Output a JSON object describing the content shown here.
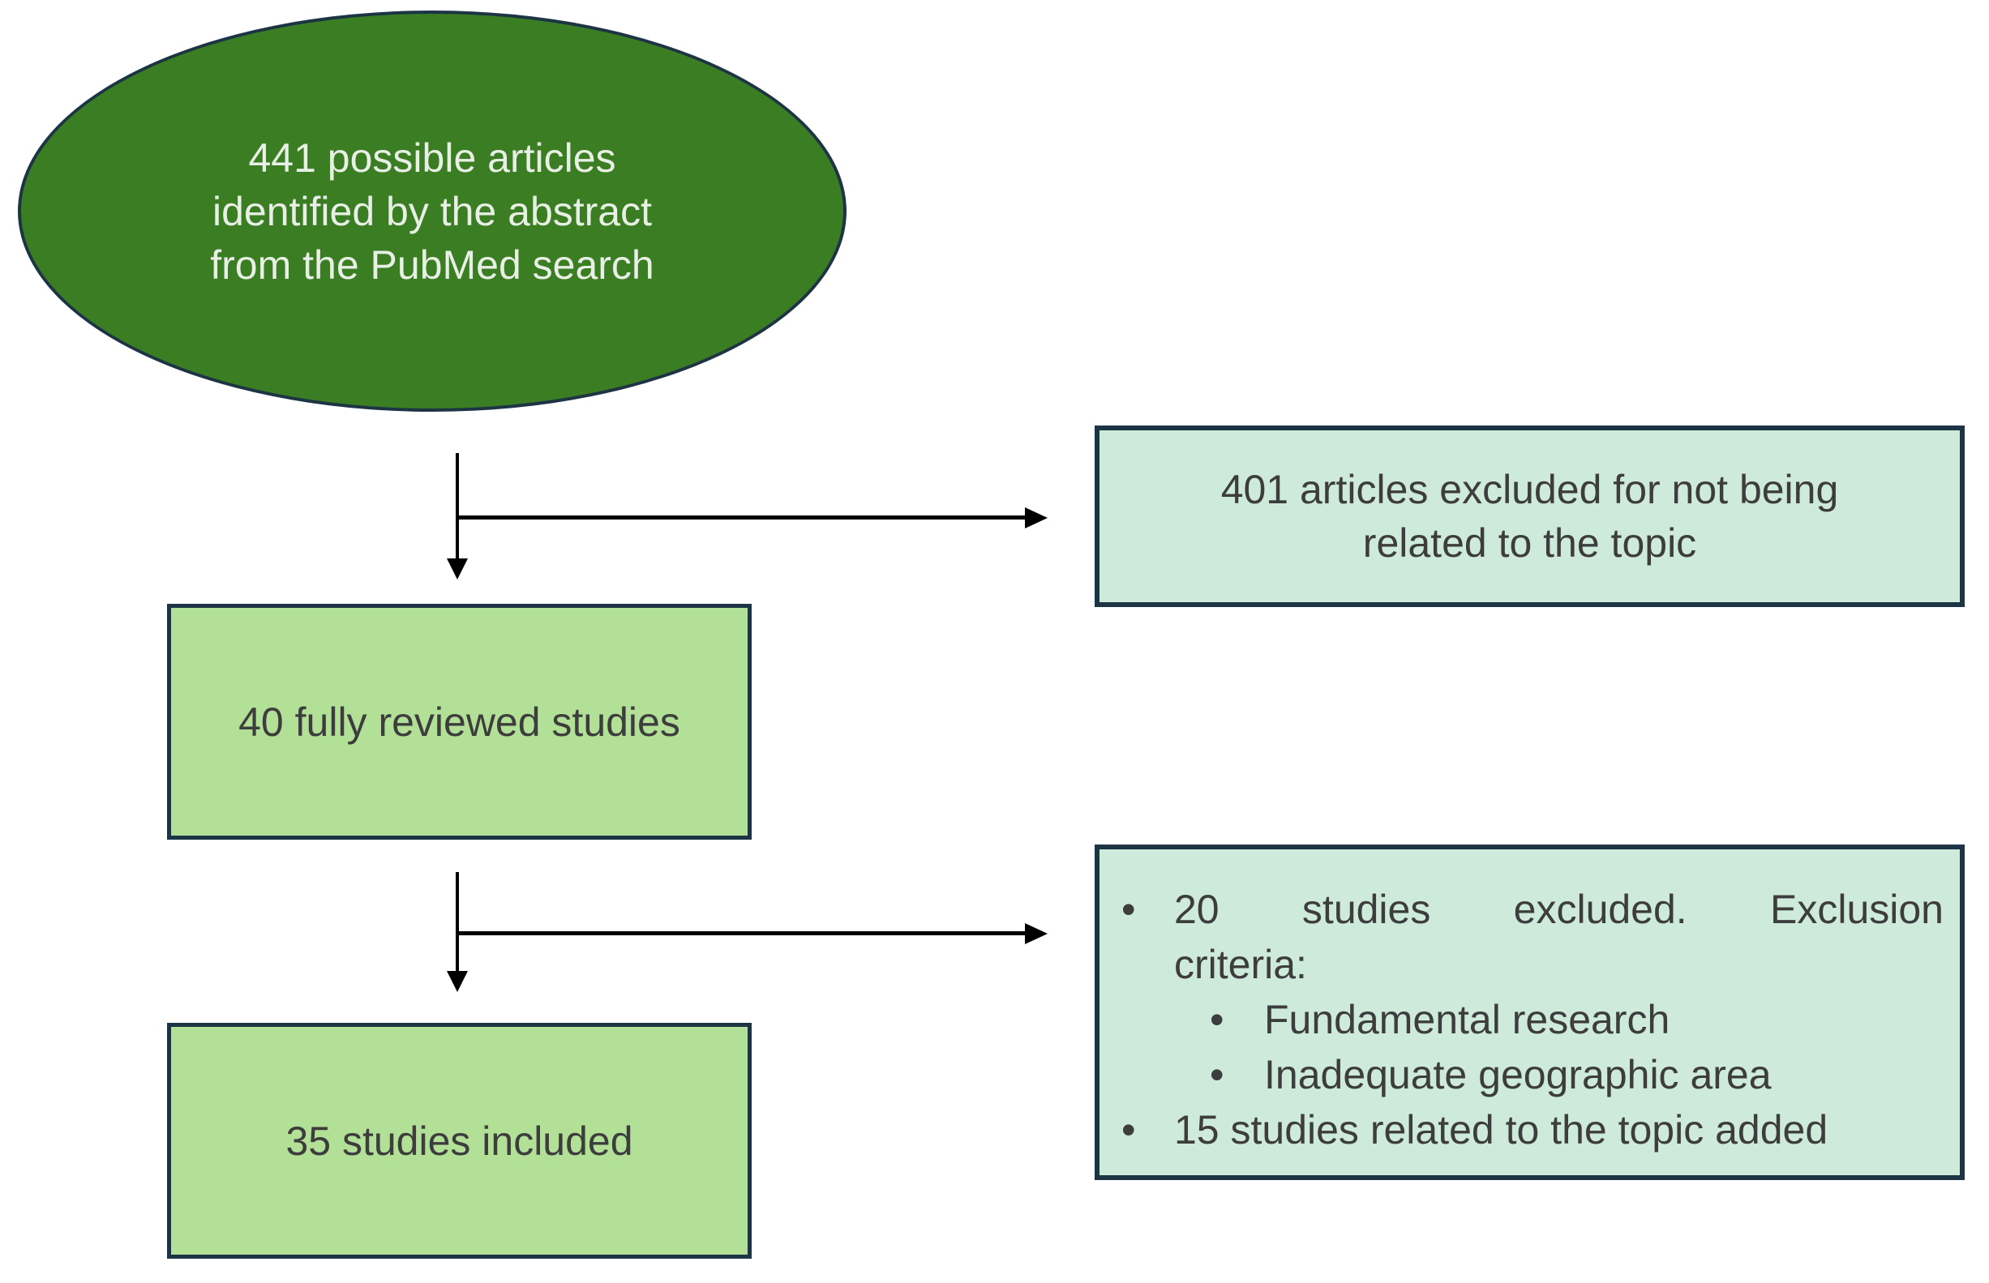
{
  "colors": {
    "background": "#ffffff",
    "ellipse_fill": "#3b7d23",
    "ellipse_text": "#e8efe4",
    "left_box_fill": "#b2e097",
    "right_box_fill": "#cdeada",
    "shape_border": "#1d3444",
    "box_text": "#3d3d3d",
    "arrow": "#000000"
  },
  "ellipse": {
    "lines": [
      "441 possible articles",
      "identified by the abstract",
      "from the PubMed search"
    ]
  },
  "left_box1": {
    "label": "40 fully reviewed studies"
  },
  "left_box2": {
    "label": "35 studies included"
  },
  "right_box1": {
    "lines": [
      "401 articles excluded for not being",
      "related to the topic"
    ]
  },
  "right_box2": {
    "bullet_char": "•",
    "bullet1_line1": "20 studies excluded. Exclusion",
    "bullet1_line2": "criteria:",
    "sub_bullets": [
      "Fundamental research",
      "Inadequate geographic area"
    ],
    "bullet2": "15 studies related to the topic added"
  }
}
